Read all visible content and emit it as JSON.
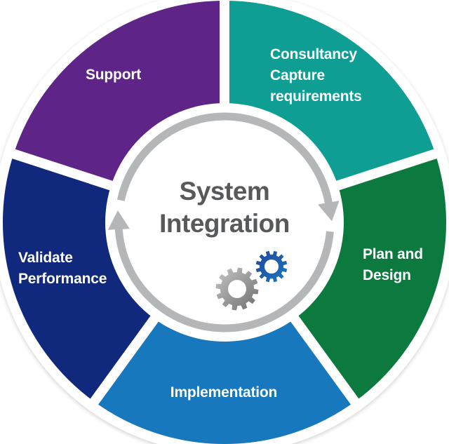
{
  "diagram": {
    "title": "System\nIntegration",
    "title_color": "#58595B",
    "background": "#FFFFFF",
    "label_color": "#FFFFFF",
    "ring": {
      "color": "#B4B6B8",
      "direction": "clockwise"
    },
    "segments": [
      {
        "name": "consultancy-capture-requirements",
        "label": "Consultancy\nCapture\nrequirements",
        "color": "#0E9E94",
        "start_angle": 0,
        "end_angle": 72
      },
      {
        "name": "plan-and-design",
        "label": "Plan and\nDesign",
        "color": "#0C7A3E",
        "start_angle": 72,
        "end_angle": 144
      },
      {
        "name": "implementation",
        "label": "Implementation",
        "color": "#1878BE",
        "start_angle": 144,
        "end_angle": 216
      },
      {
        "name": "validate-performance",
        "label": "Validate\nPerformance",
        "color": "#10297C",
        "start_angle": 216,
        "end_angle": 288
      },
      {
        "name": "support",
        "label": "Support",
        "color": "#5E2487",
        "start_angle": 288,
        "end_angle": 360
      }
    ],
    "gears": [
      {
        "name": "gray-gear",
        "gradient": [
          "#C6C6C6",
          "#6E6E70"
        ]
      },
      {
        "name": "blue-gear",
        "gradient": [
          "#23479A",
          "#1B76C0"
        ]
      }
    ]
  }
}
